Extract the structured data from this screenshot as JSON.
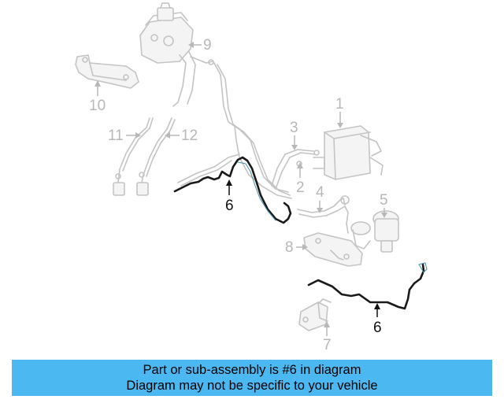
{
  "banner": {
    "line1": "Part or sub-assembly is #6 in diagram",
    "line2": "Diagram may not be specific to your vehicle"
  },
  "callouts": {
    "c1": "1",
    "c2": "2",
    "c3": "3",
    "c4": "4",
    "c5": "5",
    "c6a": "6",
    "c6b": "6",
    "c7": "7",
    "c8": "8",
    "c9": "9",
    "c10": "10",
    "c11": "11",
    "c12": "12"
  },
  "colors": {
    "banner_bg": "#4cb8f2",
    "highlight_part": "#1a1a1a",
    "ghost_parts": "#c4c4c4"
  }
}
